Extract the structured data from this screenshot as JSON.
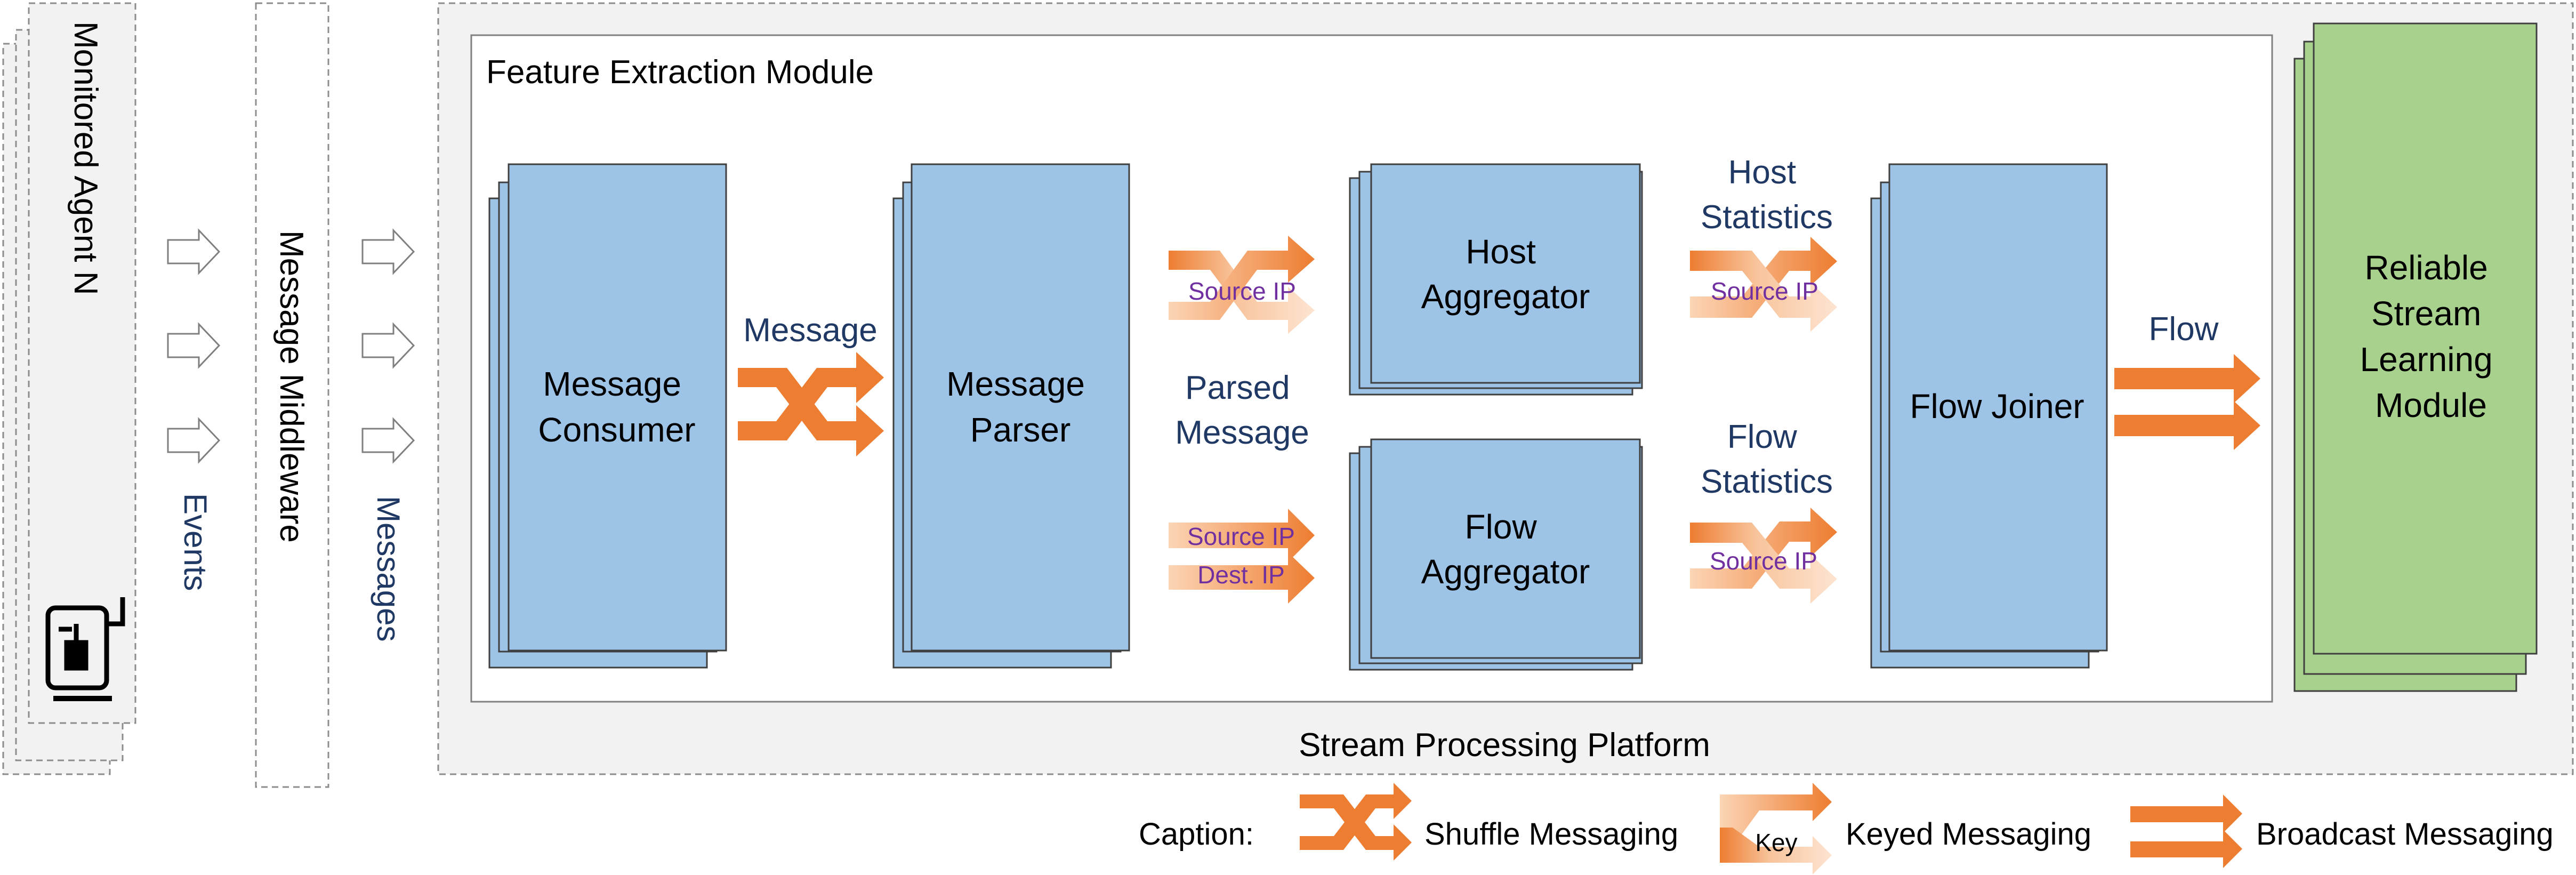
{
  "agent": {
    "label": "Monitored Agent N",
    "icon": "agent-device-icon"
  },
  "events_label": "Events",
  "middleware": {
    "label": "Message Middleware"
  },
  "messages_label": "Messages",
  "platform": {
    "label": "Stream Processing Platform"
  },
  "feature_module": {
    "title": "Feature Extraction Module"
  },
  "consumer": {
    "line1": "Message",
    "line2": "Consumer"
  },
  "message_label": "Message",
  "parser": {
    "line1": "Message",
    "line2": "Parser"
  },
  "parsed_message": {
    "line1": "Parsed",
    "line2": "Message"
  },
  "key_source_ip_top": "Source IP",
  "key_source_ip_bottom": "Source IP",
  "key_dest_ip": "Dest. IP",
  "host_aggregator": {
    "line1": "Host",
    "line2": "Aggregator"
  },
  "flow_aggregator": {
    "line1": "Flow",
    "line2": "Aggregator"
  },
  "host_statistics": {
    "line1": "Host",
    "line2": "Statistics",
    "key": "Source IP"
  },
  "flow_statistics": {
    "line1": "Flow",
    "line2": "Statistics",
    "key": "Source IP"
  },
  "flow_joiner": {
    "label": "Flow Joiner"
  },
  "flow_label": "Flow",
  "learning_module": {
    "line1": "Reliable",
    "line2": "Stream",
    "line3": "Learning",
    "line4": "Module"
  },
  "caption": {
    "title": "Caption:",
    "shuffle": "Shuffle Messaging",
    "keyed_key": "Key",
    "keyed": "Keyed Messaging",
    "broadcast": "Broadcast Messaging"
  },
  "colors": {
    "blue_box": "#9dc3e6",
    "green_box": "#a9d18e",
    "orange": "#ed7d31",
    "light_orange": "#fbd5b5",
    "navy_text": "#1f3864",
    "purple_text": "#7030a0",
    "gray_panel": "#f2f2f2"
  }
}
